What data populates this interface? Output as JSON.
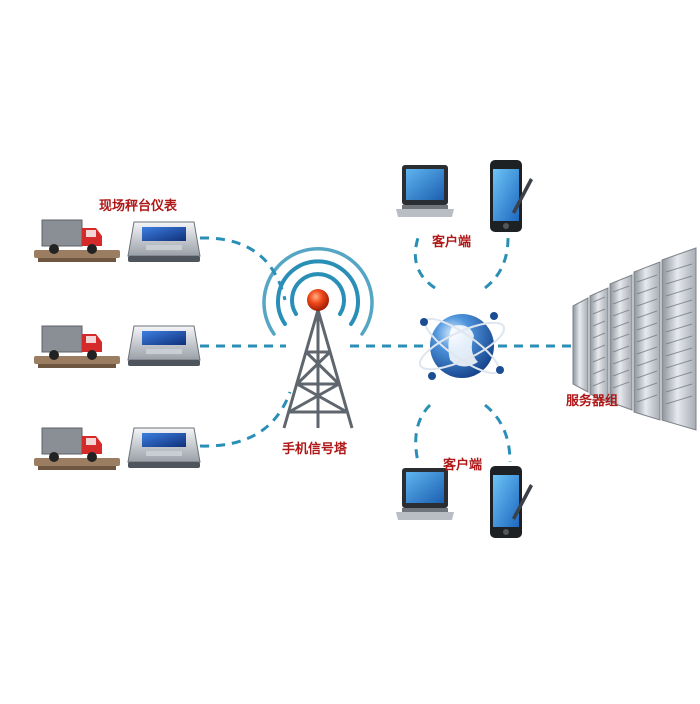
{
  "labels": {
    "scale_instruments": "现场秤台仪表",
    "signal_tower": "手机信号塔",
    "client_top": "客户端",
    "client_bottom": "客户端",
    "server_group": "服务器组"
  },
  "colors": {
    "link": "#2a8fb6",
    "label": "#b01818",
    "truck_cab": "#d42a2a",
    "truck_box": "#8a8f96",
    "indicator_screen": "#1f4fa8",
    "tower_beacon": "#e23a12",
    "globe": "#2f6fbf"
  },
  "icons": {
    "truck": "truck-scale-icon",
    "indicator": "weighing-indicator-icon",
    "tower": "signal-tower-icon",
    "globe": "globe-network-icon",
    "laptop": "laptop-icon",
    "phone": "smartphone-icon",
    "servers": "server-rack-icon"
  }
}
